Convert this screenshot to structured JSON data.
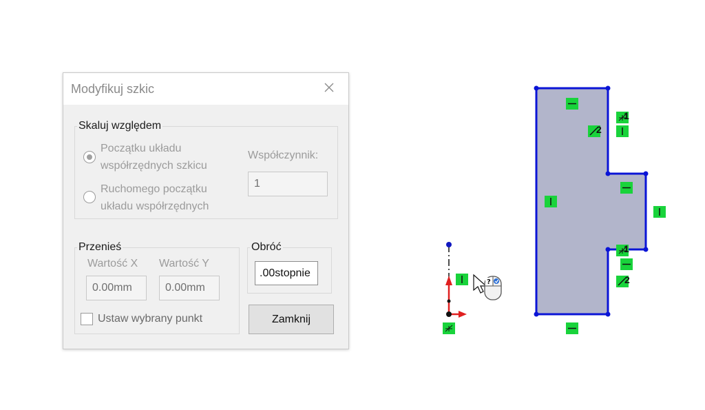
{
  "dialog": {
    "title": "Modyfikuj szkic",
    "scale_group": {
      "legend": "Skaluj względem",
      "option1_line1": "Początku układu",
      "option1_line2": "współrzędnych szkicu",
      "option2_line1": "Ruchomego początku",
      "option2_line2": "układu współrzędnych",
      "factor_label": "Współczynnik:",
      "factor_value": "1"
    },
    "move_group": {
      "legend": "Przenieś",
      "x_label": "Wartość X",
      "y_label": "Wartość Y",
      "x_value": "0.00mm",
      "y_value": "0.00mm",
      "checkbox_label": "Ustaw wybrany punkt"
    },
    "rotate_group": {
      "legend": "Obróć",
      "value": ".00stopnie"
    },
    "close_button": "Zamknij"
  },
  "sketch": {
    "relation_labels": [
      "1",
      "2",
      "1",
      "2"
    ],
    "colors": {
      "profile": "#0a14d6",
      "fill": "#b2b5cb",
      "relation": "#19d33b",
      "axis_y": "#e02020",
      "axis_point": "#1018c0"
    }
  }
}
